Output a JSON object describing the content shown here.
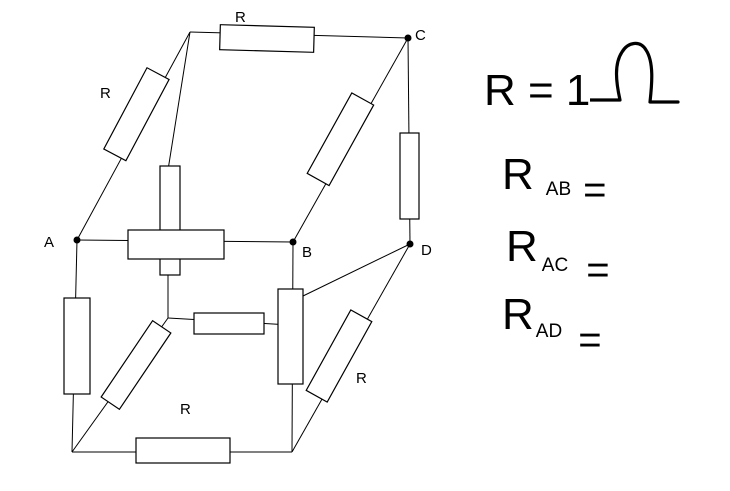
{
  "diagram": {
    "node_labels": {
      "A": "A",
      "B": "B",
      "C": "C",
      "D": "D"
    },
    "resistor_labels": [
      "R",
      "R",
      "R",
      "R"
    ]
  },
  "equations": {
    "r_value": {
      "symbol": "R",
      "text": " = 1",
      "unit_icon": "ohm-icon"
    },
    "r_ab": {
      "symbol": "R",
      "subscript": "AB",
      "sign": "="
    },
    "r_ac": {
      "symbol": "R",
      "subscript": "AC",
      "sign": "="
    },
    "r_ad": {
      "symbol": "R",
      "subscript": "AD",
      "sign": "="
    }
  }
}
